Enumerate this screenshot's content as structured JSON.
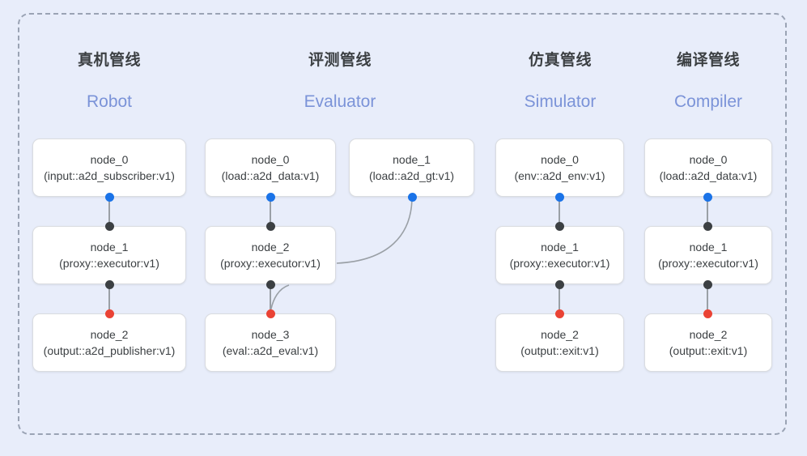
{
  "diagram": {
    "title_visible": false,
    "colors": {
      "background": "#e8edfa",
      "frame_border": "#9aa3b4",
      "card_bg": "#ffffff",
      "card_border": "#dadce0",
      "heading_cn": "#3c4043",
      "heading_en": "#7b93d8",
      "port_input": "#1a73e8",
      "port_middle": "#3c4043",
      "port_output": "#ea4335",
      "edge": "#9aa0a6"
    },
    "columns": [
      {
        "id": "robot",
        "title_cn": "真机管线",
        "title_en": "Robot",
        "nodes": [
          {
            "name": "node_0",
            "type": "(input::a2d_subscriber:v1)"
          },
          {
            "name": "node_1",
            "type": "(proxy::executor:v1)"
          },
          {
            "name": "node_2",
            "type": "(output::a2d_publisher:v1)"
          }
        ]
      },
      {
        "id": "evaluator",
        "title_cn": "评测管线",
        "title_en": "Evaluator",
        "nodes": [
          {
            "name": "node_0",
            "type": "(load::a2d_data:v1)"
          },
          {
            "name": "node_1",
            "type": "(load::a2d_gt:v1)"
          },
          {
            "name": "node_2",
            "type": "(proxy::executor:v1)"
          },
          {
            "name": "node_3",
            "type": "(eval::a2d_eval:v1)"
          }
        ]
      },
      {
        "id": "simulator",
        "title_cn": "仿真管线",
        "title_en": "Simulator",
        "nodes": [
          {
            "name": "node_0",
            "type": "(env::a2d_env:v1)"
          },
          {
            "name": "node_1",
            "type": "(proxy::executor:v1)"
          },
          {
            "name": "node_2",
            "type": "(output::exit:v1)"
          }
        ]
      },
      {
        "id": "compiler",
        "title_cn": "编译管线",
        "title_en": "Compiler",
        "nodes": [
          {
            "name": "node_0",
            "type": "(load::a2d_data:v1)"
          },
          {
            "name": "node_1",
            "type": "(proxy::executor:v1)"
          },
          {
            "name": "node_2",
            "type": "(output::exit:v1)"
          }
        ]
      }
    ]
  }
}
